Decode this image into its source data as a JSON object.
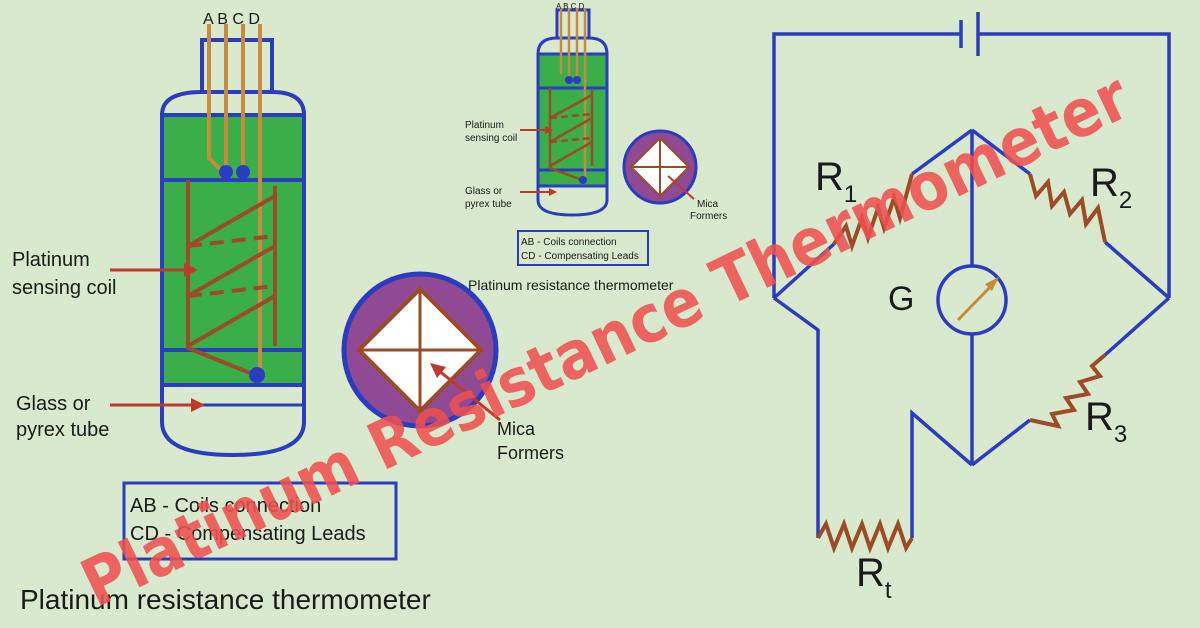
{
  "colors": {
    "background": "#d8e9cd",
    "outline": "#2a3cc0",
    "fill_green": "#3aae48",
    "coil_brown": "#9c4b26",
    "lead_orange": "#c88a3c",
    "mica_purple": "#8f4a93",
    "watermark": "#ef5050"
  },
  "large": {
    "leads_label": "A B C D",
    "coil_label_line1": "Platinum",
    "coil_label_line2": "sensing coil",
    "tube_label_line1": "Glass or",
    "tube_label_line2": "pyrex tube",
    "mica_label_line1": "Mica",
    "mica_label_line2": "Formers",
    "legend_line1": "AB - Coils connection",
    "legend_line2": "CD - Compensating Leads",
    "caption": "Platinum resistance thermometer"
  },
  "small": {
    "leads_label": "A B C D",
    "coil_label_line1": "Platinum",
    "coil_label_line2": "sensing coil",
    "tube_label_line1": "Glass or",
    "tube_label_line2": "pyrex tube",
    "mica_label_line1": "Mica",
    "mica_label_line2": "Formers",
    "legend_line1": "AB - Coils connection",
    "legend_line2": "CD - Compensating Leads",
    "caption": "Platinum resistance thermometer"
  },
  "bridge": {
    "r1": "R",
    "r1_sub": "1",
    "r2": "R",
    "r2_sub": "2",
    "r3": "R",
    "r3_sub": "3",
    "rt": "R",
    "rt_sub": "t",
    "galvanometer": "G"
  },
  "watermark": "Platinum Resistance Thermometer"
}
